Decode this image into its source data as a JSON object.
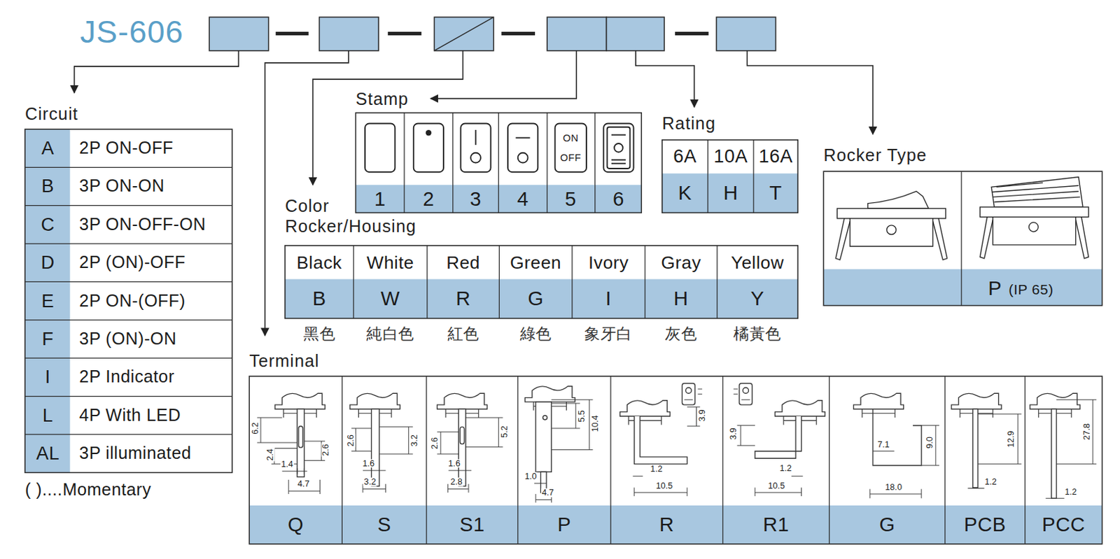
{
  "diagram": {
    "title": "JS-606",
    "nodes": [
      {
        "text": [
          "Circuit"
        ]
      },
      {
        "text": [
          "Stamp"
        ]
      },
      {
        "text": [
          "Rating"
        ]
      },
      {
        "text": [
          "Rocker Type"
        ]
      },
      {
        "text": [
          "Color Rocker/Housing"
        ]
      },
      {
        "text": [
          "Terminal"
        ]
      }
    ],
    "labels": [
      "A",
      "2P ON-OFF",
      "B",
      "3P ON-ON",
      "C",
      "3P ON-OFF-ON",
      "D",
      "2P (ON)-OFF",
      "E",
      "2P ON-(OFF)",
      "F",
      "3P (ON)-ON",
      "I",
      "2P Indicator",
      "L",
      "4P With LED",
      "AL",
      "3P illuminated",
      "( )....Momentary",
      "ON",
      "OFF",
      "1",
      "2",
      "3",
      "4",
      "5",
      "6",
      "6A",
      "10A",
      "16A",
      "K",
      "H",
      "T",
      "P",
      "(IP 65)",
      "Black",
      "White",
      "Red",
      "Green",
      "Ivory",
      "Gray",
      "Yellow",
      "B",
      "W",
      "R",
      "G",
      "I",
      "H",
      "Y",
      "黑色",
      "純白色",
      "紅色",
      "綠色",
      "象牙白",
      "灰色",
      "橘黃色",
      "Q",
      "S",
      "S1",
      "P",
      "R",
      "R1",
      "G",
      "PCB",
      "PCC",
      "6.2",
      "2.4",
      "2.6",
      "1.4",
      "4.7",
      "2.6",
      "3.2",
      "1.6",
      "3.2",
      "2.6",
      "5.2",
      "1.6",
      "2.8",
      "5.5",
      "10.4",
      "1.0",
      "4.7",
      "3.9",
      "1.2",
      "10.5",
      "3.9",
      "1.2",
      "10.5",
      "7.1",
      "9.0",
      "18.0",
      "12.9",
      "1.2",
      "27.8",
      "1.2"
    ]
  }
}
